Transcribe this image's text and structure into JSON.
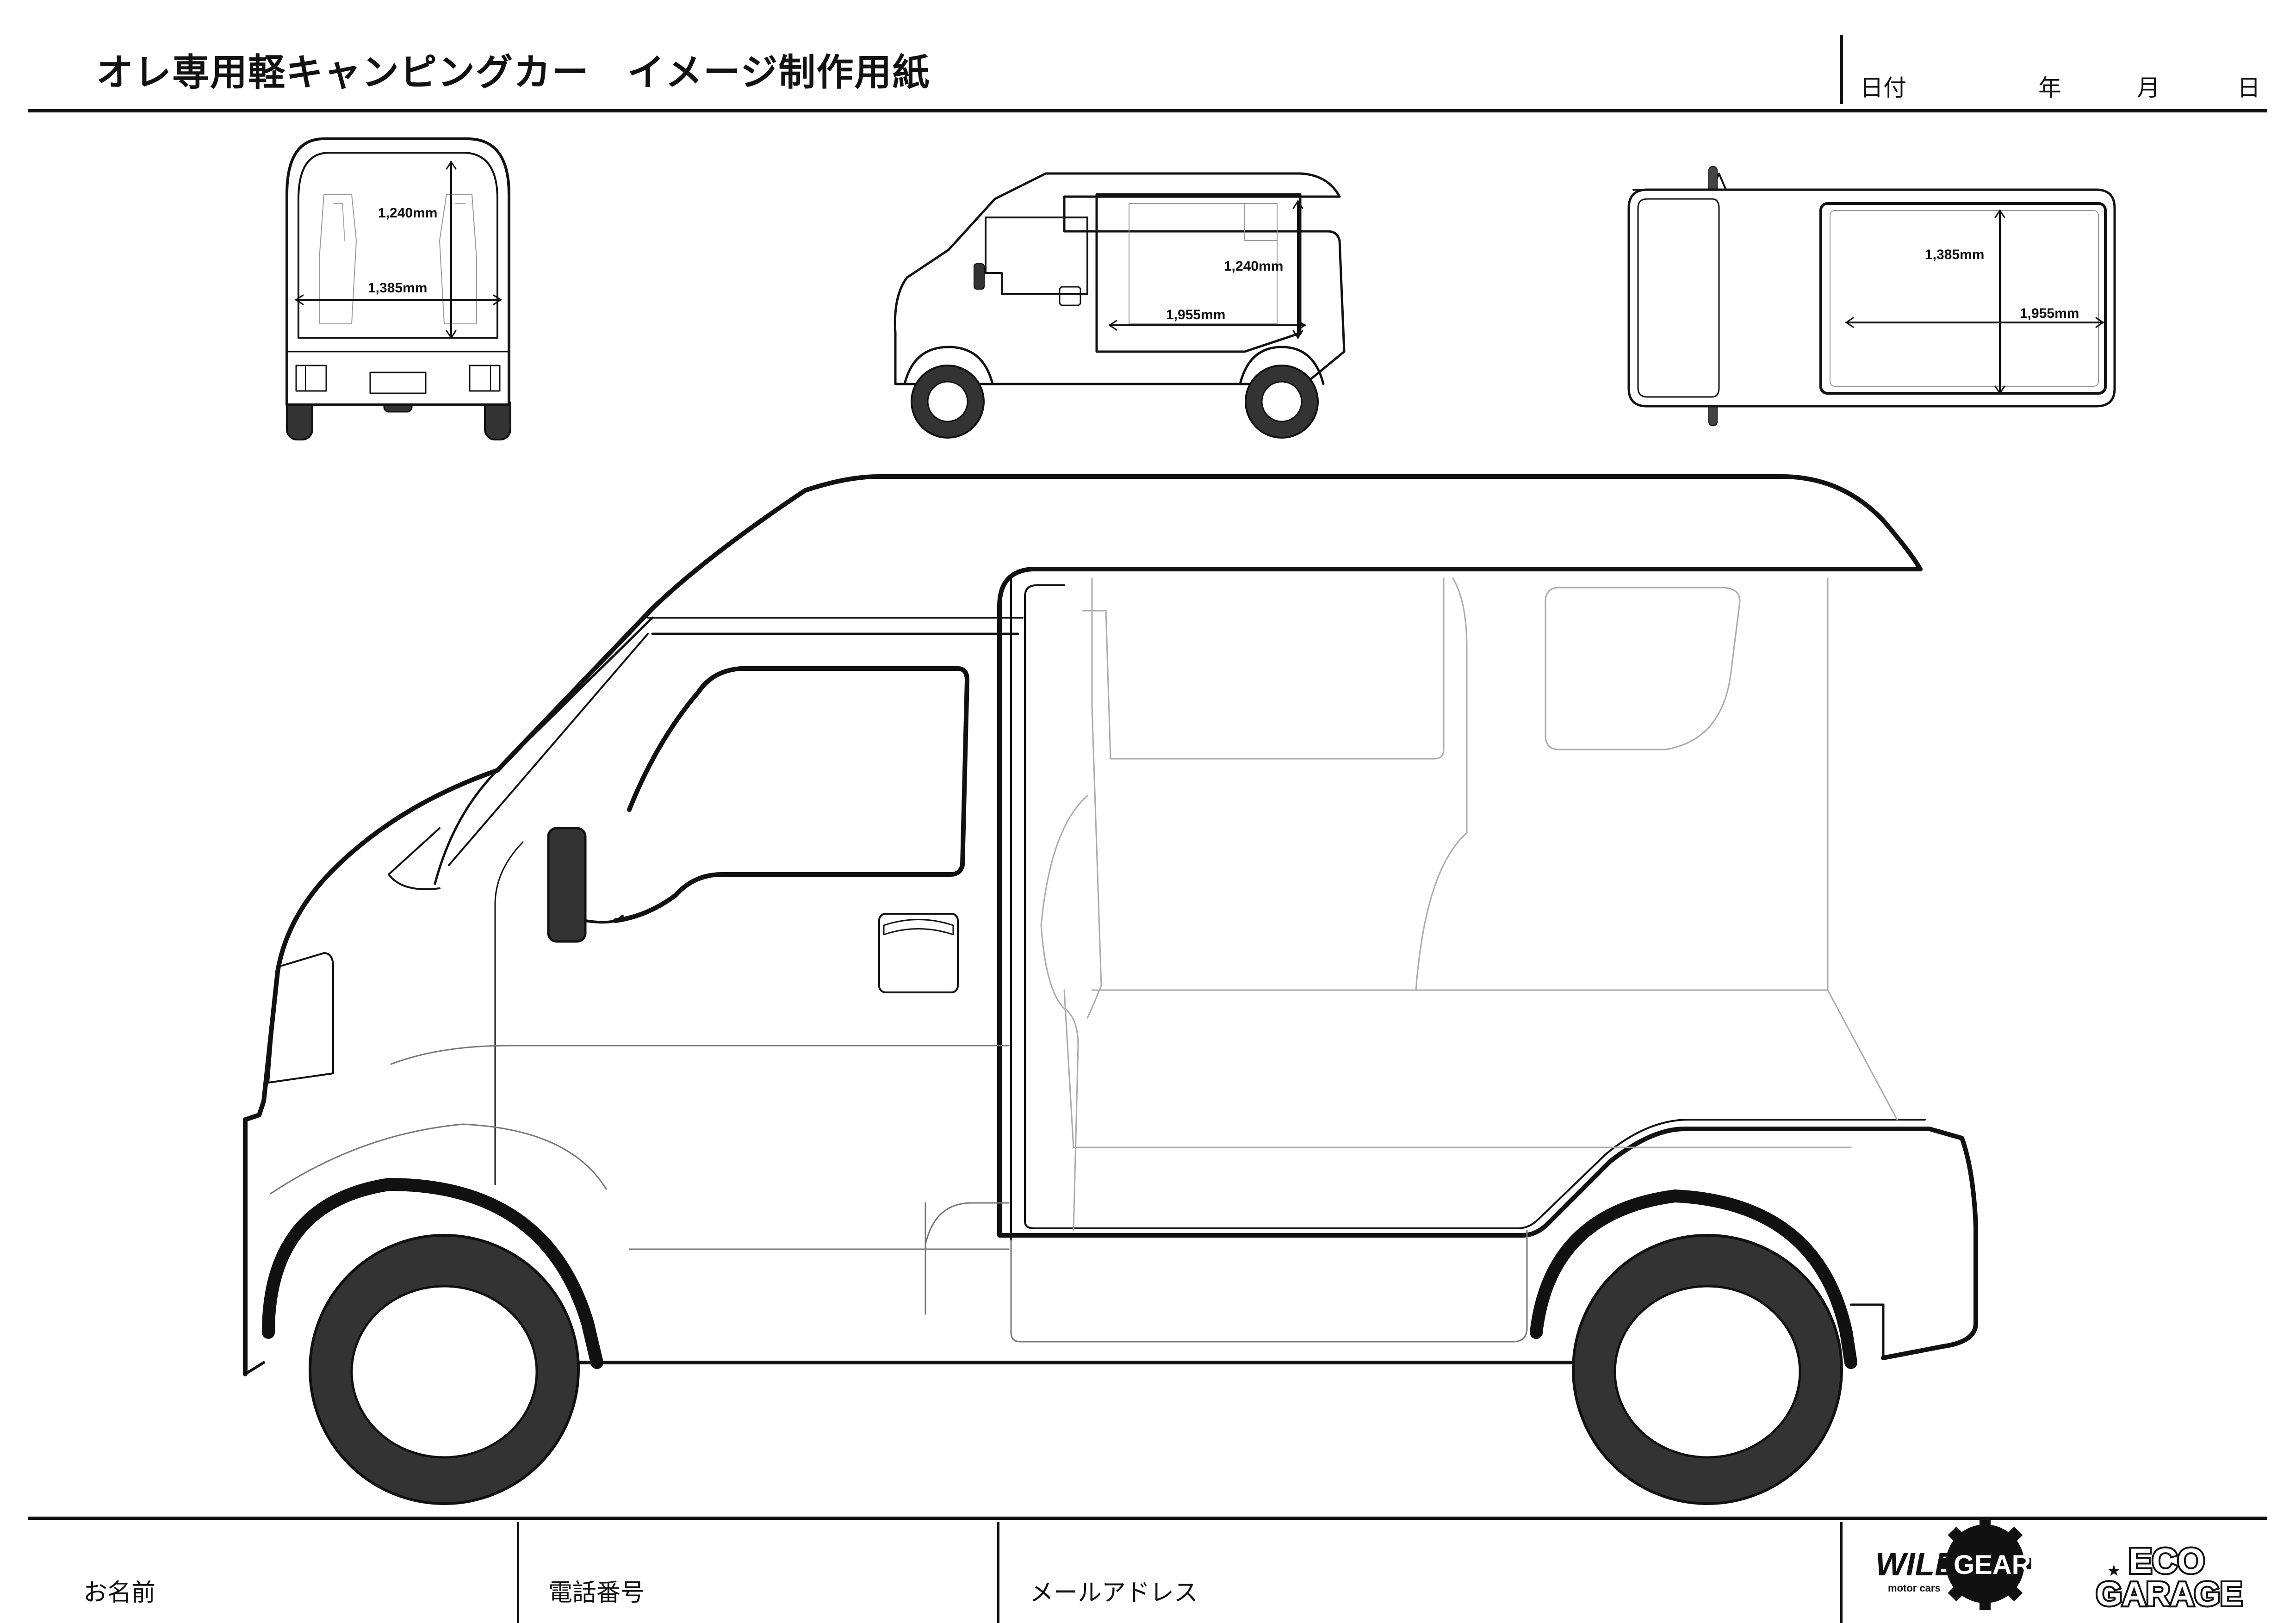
{
  "header": {
    "title": "オレ専用軽キャンピングカー　イメージ制作用紙",
    "date_label": "日付",
    "year_label": "年",
    "month_label": "月",
    "day_label": "日"
  },
  "views": {
    "rear": {
      "height_dim": "1,240mm",
      "width_dim": "1,385mm"
    },
    "side": {
      "height_dim": "1,240mm",
      "length_dim": "1,955mm"
    },
    "top": {
      "width_dim": "1,385mm",
      "length_dim": "1,955mm"
    }
  },
  "footer": {
    "name_label": "お名前",
    "phone_label": "電話番号",
    "email_label": "メールアドレス"
  },
  "logos": {
    "wild_gear": {
      "word1": "WILD",
      "word2": "GEAR",
      "tagline": "motor cars"
    },
    "eco_garage": {
      "word1": "ECO",
      "word2": "GARAGE"
    }
  }
}
